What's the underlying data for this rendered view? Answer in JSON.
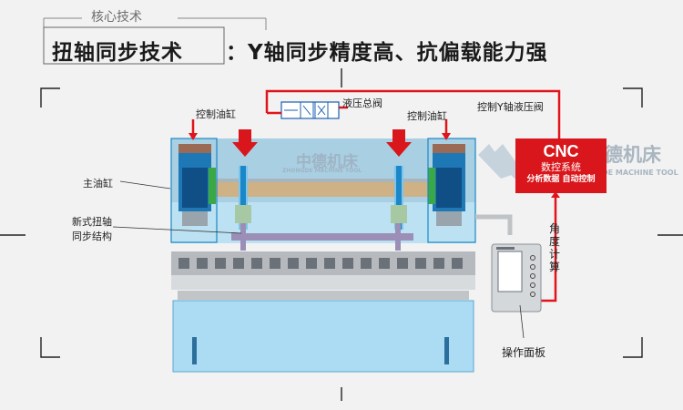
{
  "header": {
    "tag": "核心技术",
    "title": "扭轴同步技术",
    "subtitle": "：Y轴同步精度高、抗偏载能力强"
  },
  "labels": {
    "valve": "液压总阀",
    "cyl_left": "控制油缸",
    "cyl_right": "控制油缸",
    "y_valve": "控制Y轴液压阀",
    "main_cyl": "主油缸",
    "torsion": "新式扭轴\n同步结构",
    "panel": "操作面板",
    "angle_calc": "角度计算"
  },
  "cnc": {
    "title": "CNC",
    "subtitle": "数控系统",
    "features": "分析数据 自动控制"
  },
  "watermark": {
    "cn": "中德机床",
    "en": "ZHONGDE MACHINE TOOL",
    "cn_right": "德机床",
    "en_right": "DE MACHINE TOOL"
  },
  "colors": {
    "accent_red": "#d9161b",
    "highlight_blue": "#8fd3f3",
    "machine_gray": "#c6c9cc",
    "frame_line": "#333333"
  }
}
